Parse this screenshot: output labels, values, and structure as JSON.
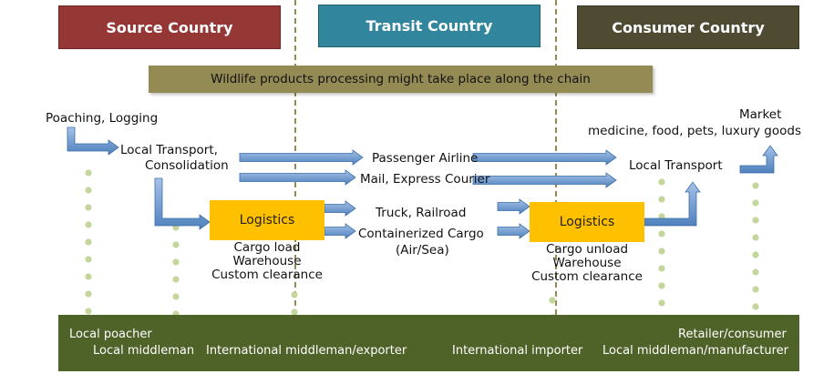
{
  "countries": {
    "source": "Source Country",
    "transit": "Transit Country",
    "consumer": "Consumer Country"
  },
  "banner": "Wildlife products processing might take place along the chain",
  "steps": {
    "poaching": "Poaching, Logging",
    "local_transport_1": "Local Transport,",
    "consolidation": "Consolidation",
    "passenger_airline": "Passenger Airline",
    "mail_courier": "Mail, Express Courier",
    "truck_railroad": "Truck, Railroad",
    "containerized_cargo": "Containerized Cargo",
    "air_sea": "(Air/Sea)",
    "local_transport_2": "Local Transport",
    "market": "Market",
    "market_goods": "medicine, food, pets, luxury goods"
  },
  "logistics": {
    "left_label": "Logistics",
    "left_notes": [
      "Cargo load",
      "Warehouse",
      "Custom clearance"
    ],
    "right_label": "Logistics",
    "right_notes": [
      "Cargo unload",
      "Warehouse",
      "Custom clearance"
    ]
  },
  "roles": {
    "local_poacher": "Local poacher",
    "local_middleman": "Local middleman",
    "intl_exporter": "International middleman/exporter",
    "intl_importer": "International  importer",
    "retailer": "Retailer/consumer",
    "local_manufacturer": "Local middleman/manufacturer"
  },
  "colors": {
    "source": "#953735",
    "transit": "#31859c",
    "consumer": "#4f4b32",
    "banner": "#948a54",
    "logistics": "#ffc000",
    "band": "#4f6228",
    "arrow": "#4f81bd",
    "dots": "#c3d69b",
    "divider": "#948a54"
  }
}
